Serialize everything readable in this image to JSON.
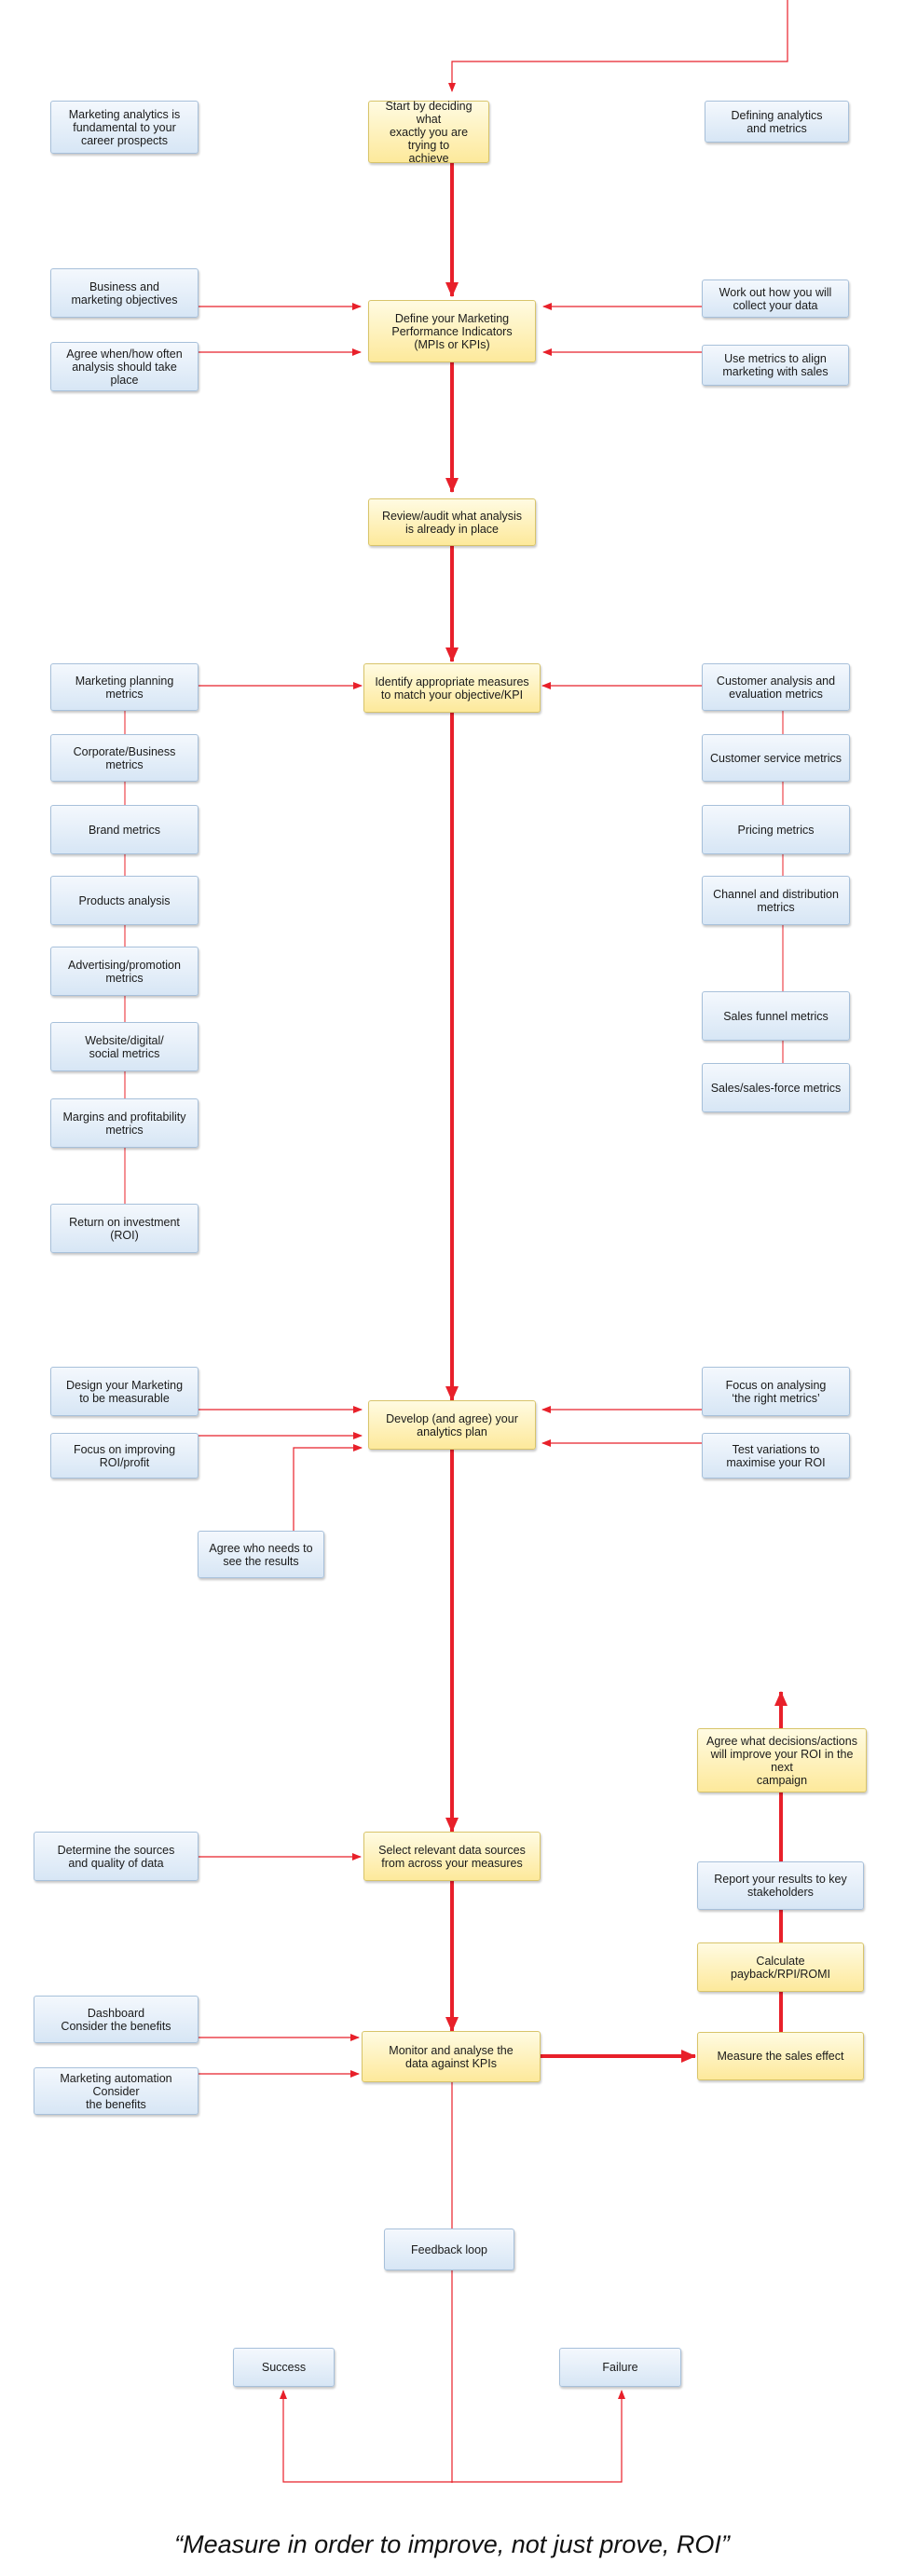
{
  "nodes": [
    {
      "id": "start",
      "text": "Start by deciding what\nexactly you are trying to\nachieve",
      "color": "yellow"
    },
    {
      "id": "career",
      "text": "Marketing analytics is\nfundamental to your\ncareer prospects",
      "color": "blue"
    },
    {
      "id": "defining",
      "text": "Defining analytics\nand metrics",
      "color": "blue"
    },
    {
      "id": "objectives",
      "text": "Business and\nmarketing objectives",
      "color": "blue"
    },
    {
      "id": "agree_when",
      "text": "Agree when/how often\nanalysis should take place",
      "color": "blue"
    },
    {
      "id": "define_kpi",
      "text": "Define your Marketing\nPerformance Indicators\n(MPIs or KPIs)",
      "color": "yellow"
    },
    {
      "id": "collect",
      "text": "Work out how you will\ncollect your data",
      "color": "blue"
    },
    {
      "id": "align",
      "text": "Use metrics to align\nmarketing with sales",
      "color": "blue"
    },
    {
      "id": "review",
      "text": "Review/audit what analysis\nis already in place",
      "color": "yellow"
    },
    {
      "id": "mkt_planning",
      "text": "Marketing planning\nmetrics",
      "color": "blue"
    },
    {
      "id": "identify",
      "text": "Identify appropriate measures\nto match your objective/KPI",
      "color": "yellow"
    },
    {
      "id": "cust_analysis",
      "text": "Customer analysis and\nevaluation metrics",
      "color": "blue"
    },
    {
      "id": "corporate",
      "text": "Corporate/Business\nmetrics",
      "color": "blue"
    },
    {
      "id": "cust_service",
      "text": "Customer service metrics",
      "color": "blue"
    },
    {
      "id": "brand",
      "text": "Brand metrics",
      "color": "blue"
    },
    {
      "id": "pricing",
      "text": "Pricing metrics",
      "color": "blue"
    },
    {
      "id": "products",
      "text": "Products analysis",
      "color": "blue"
    },
    {
      "id": "channel",
      "text": "Channel and distribution\nmetrics",
      "color": "blue"
    },
    {
      "id": "advertising",
      "text": "Advertising/promotion\nmetrics",
      "color": "blue"
    },
    {
      "id": "website",
      "text": "Website/digital/\nsocial metrics",
      "color": "blue"
    },
    {
      "id": "sales_funnel",
      "text": "Sales funnel metrics",
      "color": "blue"
    },
    {
      "id": "margins",
      "text": "Margins and profitability\nmetrics",
      "color": "blue"
    },
    {
      "id": "sales_force",
      "text": "Sales/sales-force metrics",
      "color": "blue"
    },
    {
      "id": "roi",
      "text": "Return on investment\n(ROI)",
      "color": "blue"
    },
    {
      "id": "design",
      "text": "Design your Marketing\nto be measurable",
      "color": "blue"
    },
    {
      "id": "focus_metrics",
      "text": "Focus on analysing\n‘the right metrics’",
      "color": "blue"
    },
    {
      "id": "develop",
      "text": "Develop (and agree) your\nanalytics plan",
      "color": "yellow"
    },
    {
      "id": "focus_roi",
      "text": "Focus on improving\nROI/profit",
      "color": "blue"
    },
    {
      "id": "test",
      "text": "Test variations to\nmaximise your ROI",
      "color": "blue"
    },
    {
      "id": "agree_who",
      "text": "Agree who needs to\nsee the results",
      "color": "blue"
    },
    {
      "id": "agree_decisions",
      "text": "Agree what decisions/actions\nwill improve your ROI in the next\ncampaign",
      "color": "yellow"
    },
    {
      "id": "sources",
      "text": "Determine the sources\nand quality of data",
      "color": "blue"
    },
    {
      "id": "select",
      "text": "Select relevant data sources\nfrom across your measures",
      "color": "yellow"
    },
    {
      "id": "report",
      "text": "Report your results to key\nstakeholders",
      "color": "blue"
    },
    {
      "id": "calculate",
      "text": "Calculate\npayback/RPI/ROMI",
      "color": "yellow"
    },
    {
      "id": "dashboard",
      "text": "Dashboard\nConsider the benefits",
      "color": "blue"
    },
    {
      "id": "monitor",
      "text": "Monitor and analyse the\ndata against KPIs",
      "color": "yellow"
    },
    {
      "id": "measure",
      "text": "Measure the sales effect",
      "color": "yellow"
    },
    {
      "id": "automation",
      "text": "Marketing automation Consider\nthe benefits",
      "color": "blue"
    },
    {
      "id": "feedback",
      "text": "Feedback loop",
      "color": "blue"
    },
    {
      "id": "success",
      "text": "Success",
      "color": "blue"
    },
    {
      "id": "failure",
      "text": "Failure",
      "color": "blue"
    }
  ],
  "edges": [
    {
      "from": "start",
      "to": "define_kpi",
      "style": "thick"
    },
    {
      "from": "define_kpi",
      "to": "review",
      "style": "thick"
    },
    {
      "from": "review",
      "to": "identify",
      "style": "thick"
    },
    {
      "from": "identify",
      "to": "develop",
      "style": "thick"
    },
    {
      "from": "develop",
      "to": "select",
      "style": "thick"
    },
    {
      "from": "select",
      "to": "monitor",
      "style": "thick"
    },
    {
      "from": "monitor",
      "to": "measure",
      "style": "thick"
    },
    {
      "from": "measure",
      "to": "calculate",
      "style": "thick"
    },
    {
      "from": "calculate",
      "to": "report",
      "style": "thick"
    },
    {
      "from": "report",
      "to": "agree_decisions",
      "style": "thick"
    },
    {
      "from": "objectives",
      "to": "define_kpi",
      "style": "thin"
    },
    {
      "from": "agree_when",
      "to": "define_kpi",
      "style": "thin"
    },
    {
      "from": "collect",
      "to": "define_kpi",
      "style": "thin"
    },
    {
      "from": "align",
      "to": "define_kpi",
      "style": "thin"
    },
    {
      "from": "mkt_planning",
      "to": "identify",
      "style": "thin"
    },
    {
      "from": "cust_analysis",
      "to": "identify",
      "style": "thin"
    },
    {
      "from": "design",
      "to": "develop",
      "style": "thin"
    },
    {
      "from": "focus_roi",
      "to": "develop",
      "style": "thin"
    },
    {
      "from": "agree_who",
      "to": "develop",
      "style": "thin"
    },
    {
      "from": "focus_metrics",
      "to": "develop",
      "style": "thin"
    },
    {
      "from": "test",
      "to": "develop",
      "style": "thin"
    },
    {
      "from": "sources",
      "to": "select",
      "style": "thin"
    },
    {
      "from": "dashboard",
      "to": "monitor",
      "style": "thin"
    },
    {
      "from": "automation",
      "to": "monitor",
      "style": "thin"
    },
    {
      "from": "feedback",
      "to": "success",
      "style": "thin"
    },
    {
      "from": "feedback",
      "to": "failure",
      "style": "thin"
    }
  ],
  "quote": "“Measure in order to improve, not just prove, ROI”",
  "colors": {
    "line": "#e8202a",
    "blue_fill": "#dce9f6",
    "yellow_fill": "#fdeda6"
  }
}
